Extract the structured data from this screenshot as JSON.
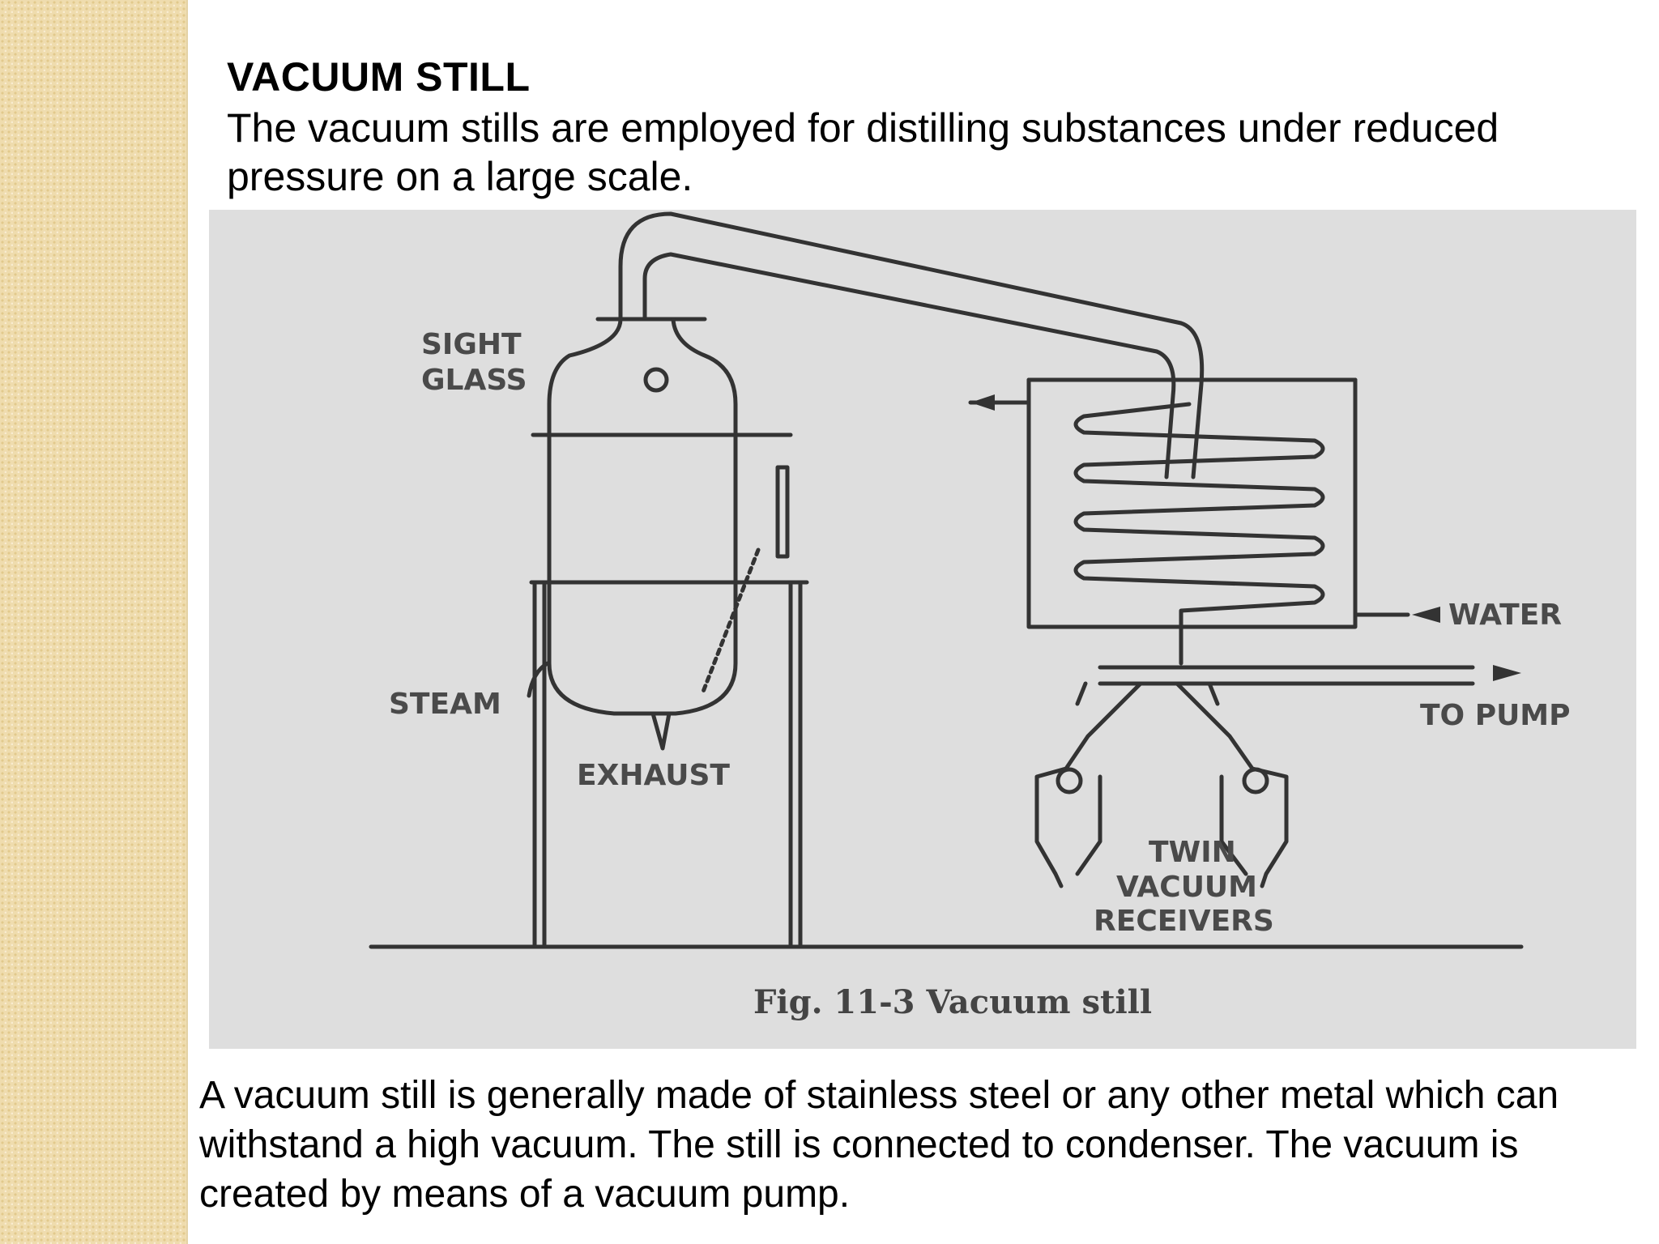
{
  "slide": {
    "title": "VACUUM STILL",
    "intro": "The vacuum stills are employed for distilling substances under reduced pressure on a large scale.",
    "body": "A vacuum still is generally made of stainless steel or any other metal which can withstand a high vacuum. The still is connected to condenser. The vacuum is created by means of a vacuum pump."
  },
  "figure": {
    "labels": {
      "sight": "SIGHT",
      "glass": "GLASS",
      "steam": "STEAM",
      "exhaust": "EXHAUST",
      "water": "WATER",
      "to_pump": "TO PUMP",
      "twin": "TWIN",
      "vacuum": "VACUUM",
      "receivers": "RECEIVERS"
    },
    "caption": "Fig. 11-3 Vacuum still"
  }
}
